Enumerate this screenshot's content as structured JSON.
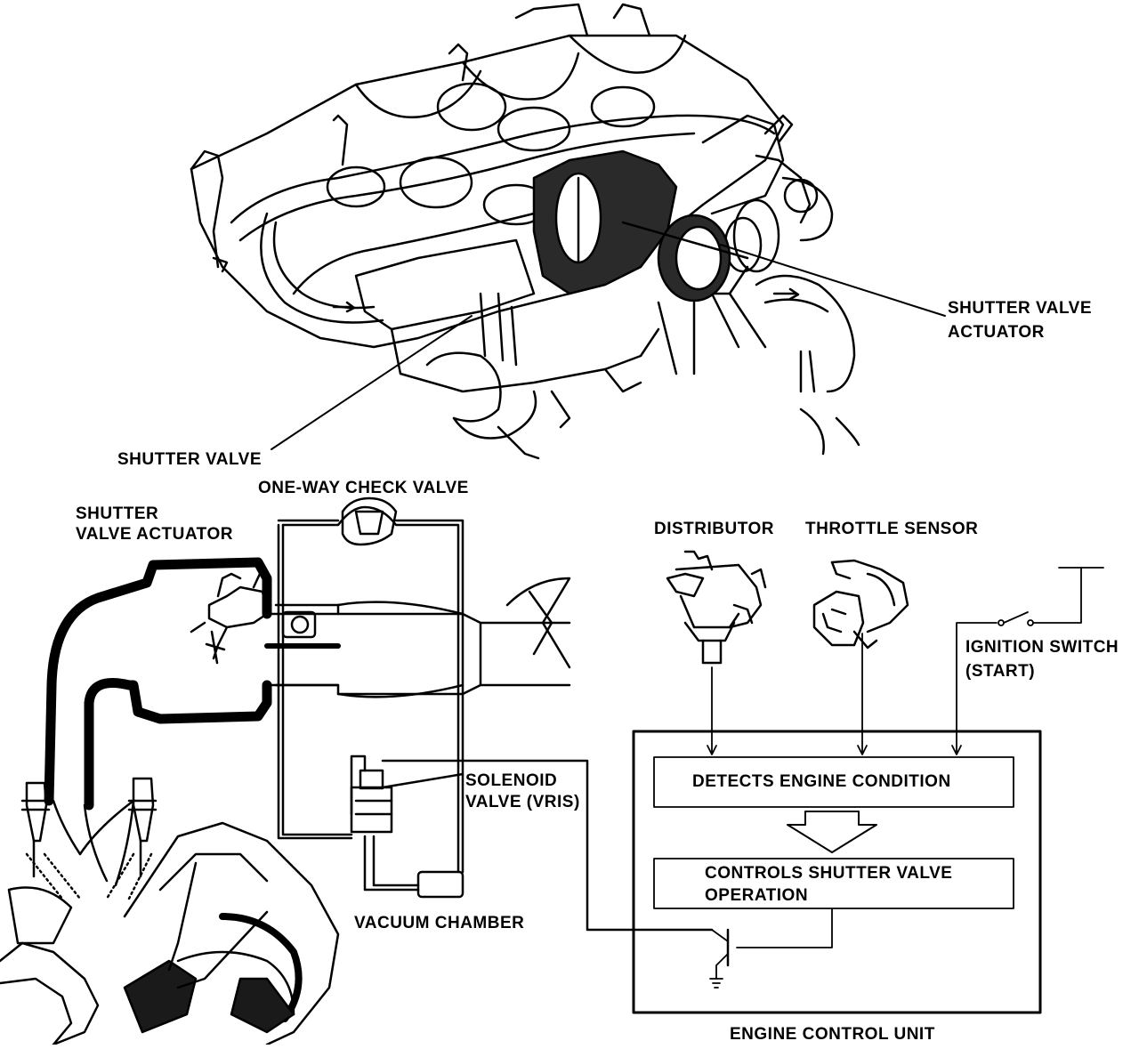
{
  "labels": {
    "shutter_valve_actuator_top_1": "SHUTTER VALVE",
    "shutter_valve_actuator_top_2": "ACTUATOR",
    "shutter_valve": "SHUTTER VALVE",
    "one_way_check_valve": "ONE-WAY CHECK VALVE",
    "shutter_valve_actuator_bottom_1": "SHUTTER",
    "shutter_valve_actuator_bottom_2": "VALVE ACTUATOR",
    "distributor": "DISTRIBUTOR",
    "throttle_sensor": "THROTTLE SENSOR",
    "ignition_switch_1": "IGNITION SWITCH",
    "ignition_switch_2": "(START)",
    "solenoid_valve_1": "SOLENOID",
    "solenoid_valve_2": "VALVE (VRIS)",
    "vacuum_chamber": "VACUUM CHAMBER",
    "engine_control_unit": "ENGINE CONTROL UNIT"
  },
  "ecu": {
    "detects_box": "DETECTS ENGINE CONDITION",
    "controls_box_1": "CONTROLS SHUTTER VALVE",
    "controls_box_2": "OPERATION"
  }
}
